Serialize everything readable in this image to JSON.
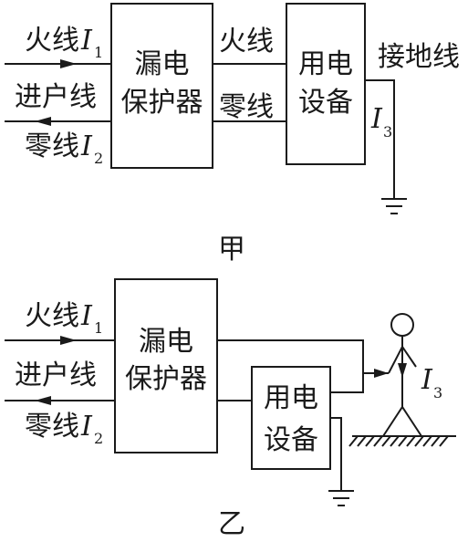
{
  "diagram_a": {
    "caption": "甲",
    "live_in": {
      "text": "火线",
      "symbol": "I",
      "sub": "1"
    },
    "inlet": "进户线",
    "neutral_in": {
      "text": "零线",
      "symbol": "I",
      "sub": "2"
    },
    "protector": {
      "line1": "漏电",
      "line2": "保护器"
    },
    "live_mid": "火线",
    "neutral_mid": "零线",
    "device": {
      "line1": "用电",
      "line2": "设备"
    },
    "ground_wire": "接地线",
    "current3": {
      "symbol": "I",
      "sub": "3"
    }
  },
  "diagram_b": {
    "caption": "乙",
    "live_in": {
      "text": "火线",
      "symbol": "I",
      "sub": "1"
    },
    "inlet": "进户线",
    "neutral_in": {
      "text": "零线",
      "symbol": "I",
      "sub": "2"
    },
    "protector": {
      "line1": "漏电",
      "line2": "保护器"
    },
    "device": {
      "line1": "用电",
      "line2": "设备"
    },
    "current3": {
      "symbol": "I",
      "sub": "3"
    }
  }
}
